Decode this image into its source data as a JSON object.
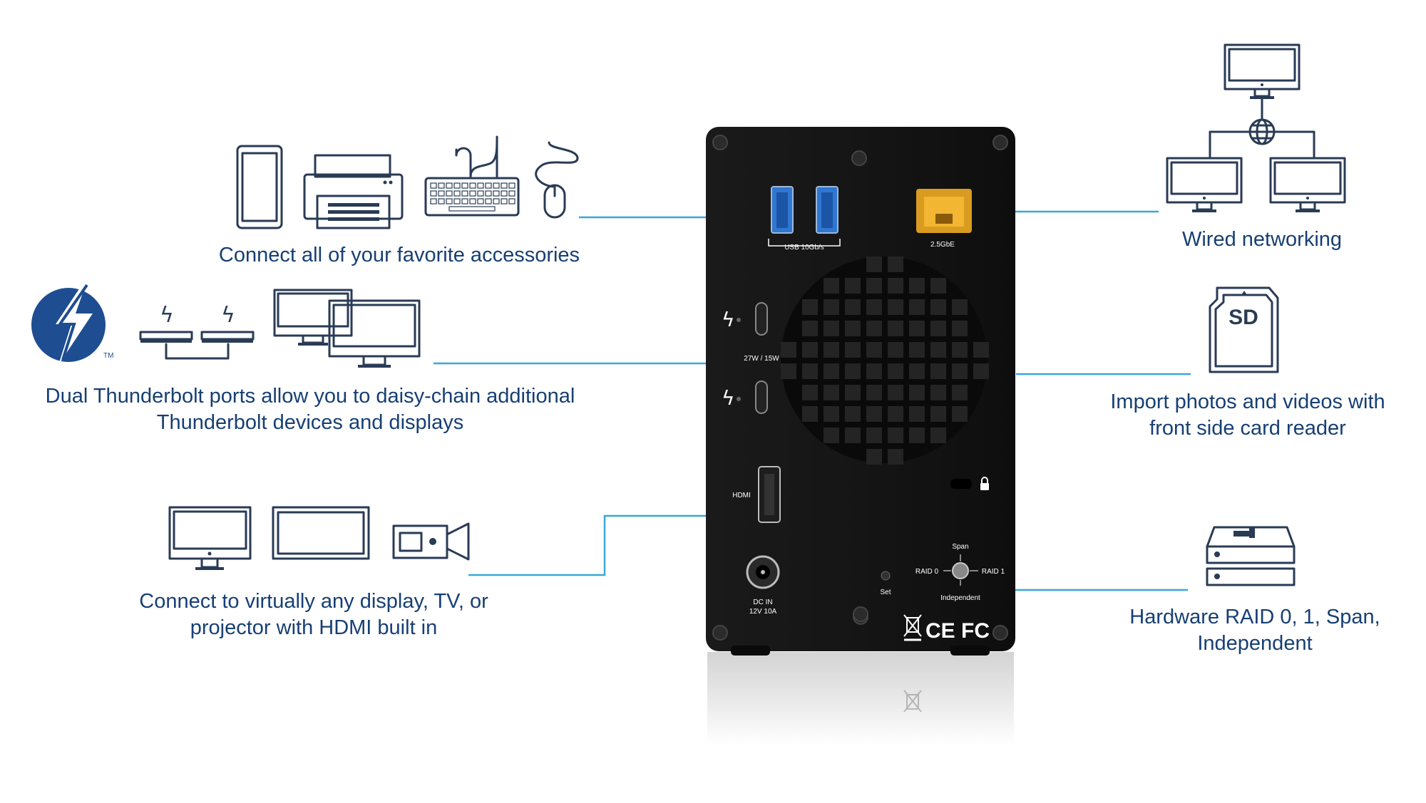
{
  "features": {
    "accessories": "Connect all of your favorite accessories",
    "thunderbolt_line1": "Dual Thunderbolt ports allow you to daisy-chain additional",
    "thunderbolt_line2": "Thunderbolt devices and displays",
    "hdmi_line1": "Connect to virtually any display, TV, or",
    "hdmi_line2": "projector with HDMI built in",
    "networking": "Wired networking",
    "card_line1": "Import photos and videos with",
    "card_line2": "front side card reader",
    "raid_line1": "Hardware RAID 0, 1, Span,",
    "raid_line2": "Independent"
  },
  "device": {
    "usb_label": "USB 10Gb/s",
    "ethernet_label": "2.5GbE",
    "power_rating": "27W / 15W",
    "hdmi_label": "HDMI",
    "dc_line1": "DC IN",
    "dc_line2": "12V 10A",
    "set_label": "Set",
    "span_label": "Span",
    "raid0_label": "RAID 0",
    "raid1_label": "RAID 1",
    "independent_label": "Independent",
    "cert_marks": "CE FC",
    "sd_label": "SD",
    "tm_label": "TM"
  },
  "colors": {
    "caption": "#173f73",
    "connector": "#3aa7d8",
    "device_body": "#141414",
    "thunderbolt_badge": "#1e4d91"
  }
}
